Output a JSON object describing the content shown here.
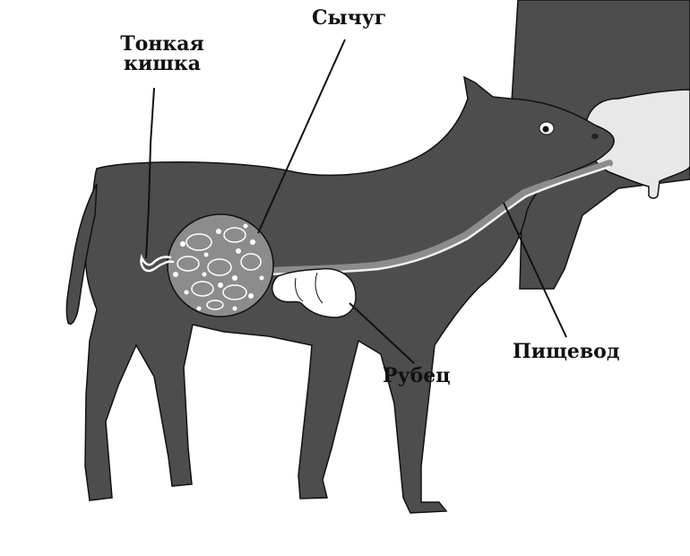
{
  "labels": {
    "small_intestine_line1": "Тонкая",
    "small_intestine_line2": "кишка",
    "abomasum": "Сычуг",
    "rumen": "Рубец",
    "esophagus": "Пищевод"
  },
  "colors": {
    "body": "#4d4d4d",
    "organ_fill": "#8c8c8c",
    "udder": "#e8e8e8",
    "ink": "#111111",
    "background": "#ffffff"
  }
}
